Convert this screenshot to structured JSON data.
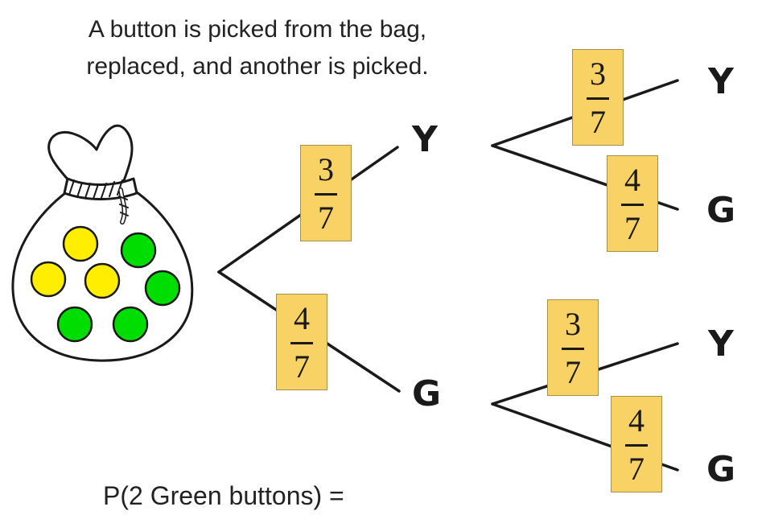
{
  "intro": {
    "line1": "A button is picked from the bag,",
    "line2": "replaced, and another is picked."
  },
  "bag": {
    "buttons": [
      {
        "color": "yellow"
      },
      {
        "color": "green"
      },
      {
        "color": "yellow"
      },
      {
        "color": "yellow"
      },
      {
        "color": "green"
      },
      {
        "color": "green"
      },
      {
        "color": "green"
      }
    ],
    "colors": {
      "yellow": "#ffee00",
      "green": "#00dd00",
      "outline": "#1a1a1a"
    }
  },
  "tree": {
    "first": {
      "yellow": {
        "label": "Y",
        "probability": {
          "num": "3",
          "den": "7"
        }
      },
      "green": {
        "label": "G",
        "probability": {
          "num": "4",
          "den": "7"
        }
      }
    },
    "after_yellow": {
      "yellow": {
        "label": "Y",
        "probability": {
          "num": "3",
          "den": "7"
        }
      },
      "green": {
        "label": "G",
        "probability": {
          "num": "4",
          "den": "7"
        }
      }
    },
    "after_green": {
      "yellow": {
        "label": "Y",
        "probability": {
          "num": "3",
          "den": "7"
        }
      },
      "green": {
        "label": "G",
        "probability": {
          "num": "4",
          "den": "7"
        }
      }
    },
    "fraction_box_color": "#f9d265"
  },
  "question": "P(2 Green buttons) ="
}
